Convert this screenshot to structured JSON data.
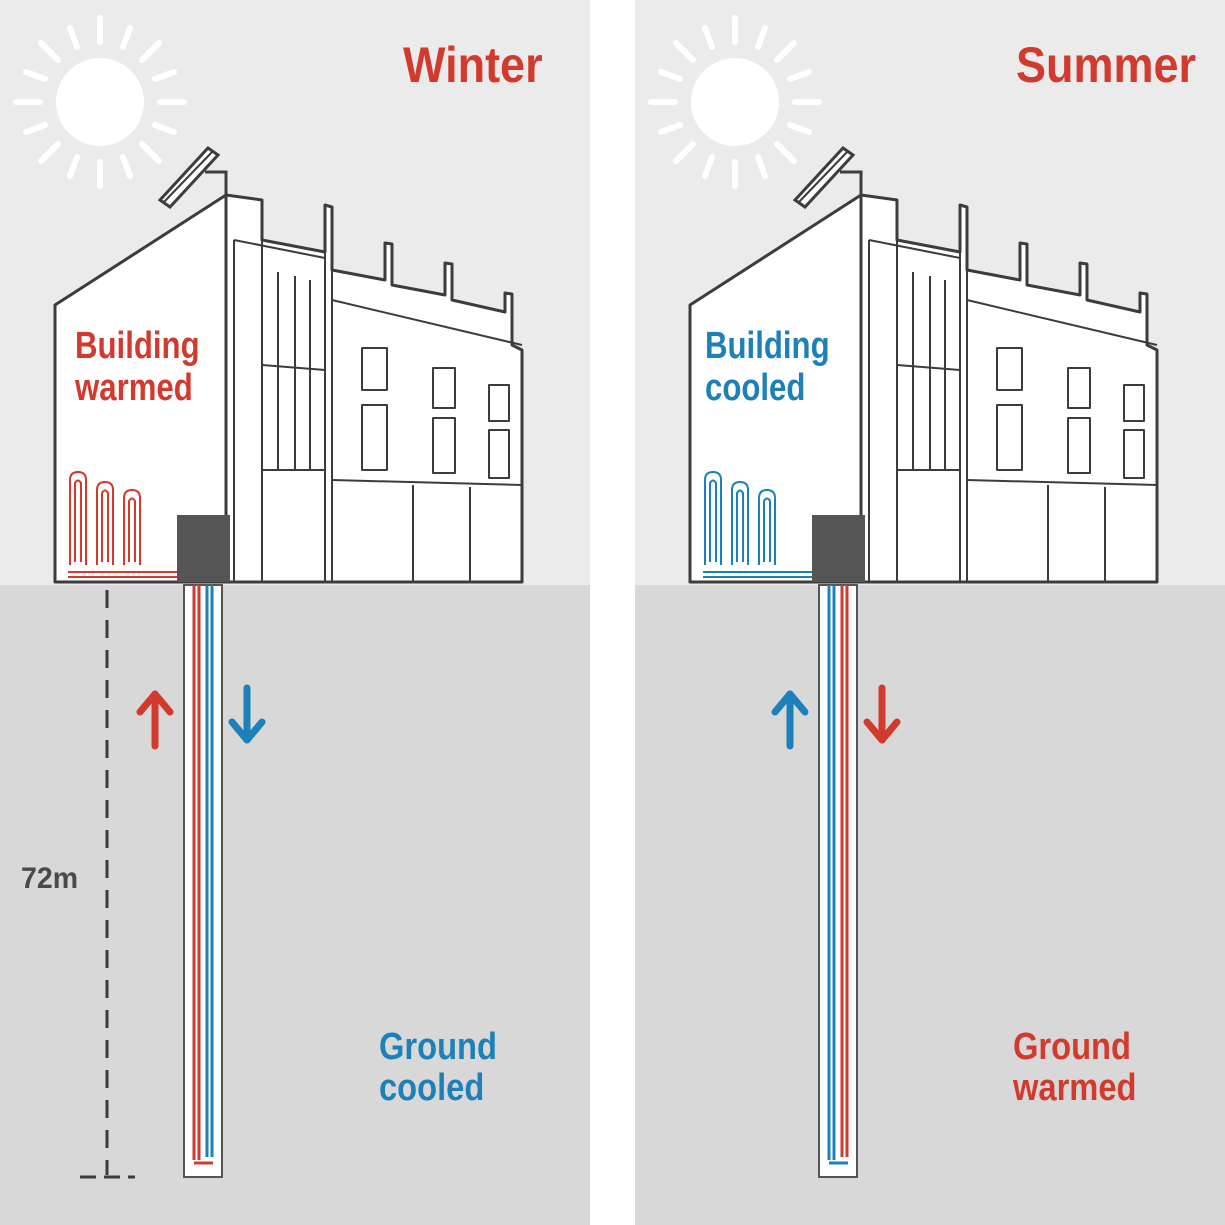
{
  "colors": {
    "red": "#d23a2e",
    "blue": "#1d80b8",
    "sky": "#ebebeb",
    "ground": "#d8d8d8",
    "gutter": "#ffffff",
    "outline": "#3c3c3c",
    "unit": "#555555"
  },
  "icons": [
    "sun-icon",
    "solar-panel-icon",
    "radiator-icon",
    "heat-pump-icon",
    "up-arrow-icon",
    "down-arrow-icon"
  ],
  "panels": [
    {
      "id": "winter",
      "season_label": "Winter",
      "building_label_line1": "Building",
      "building_label_line2": "warmed",
      "building_label_color": "red",
      "ground_label_line1": "Ground",
      "ground_label_line2": "cooled",
      "ground_label_color": "blue",
      "radiator_color": "red",
      "left_pipe_color": "red",
      "right_pipe_color": "blue",
      "left_arrow": {
        "direction": "up",
        "color": "red"
      },
      "right_arrow": {
        "direction": "down",
        "color": "blue"
      },
      "depth_label": "72m"
    },
    {
      "id": "summer",
      "season_label": "Summer",
      "building_label_line1": "Building",
      "building_label_line2": "cooled",
      "building_label_color": "blue",
      "ground_label_line1": "Ground",
      "ground_label_line2": "warmed",
      "ground_label_color": "red",
      "radiator_color": "blue",
      "left_pipe_color": "blue",
      "right_pipe_color": "red",
      "left_arrow": {
        "direction": "up",
        "color": "blue"
      },
      "right_arrow": {
        "direction": "down",
        "color": "red"
      },
      "depth_label": ""
    }
  ]
}
